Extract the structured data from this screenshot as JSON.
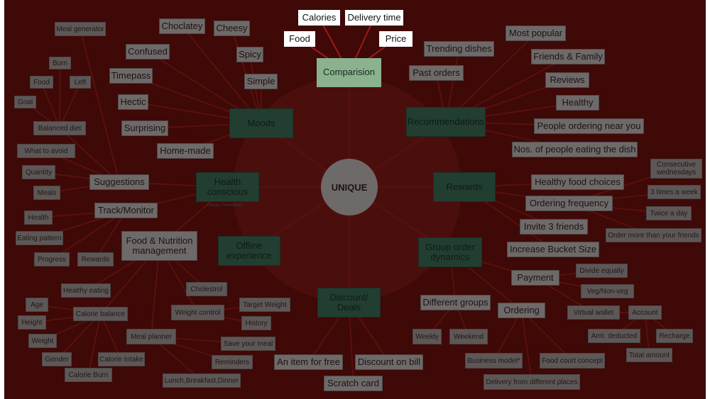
{
  "colors": {
    "board": "#3e0907",
    "line_dark": "#5a100d",
    "line_red": "#a01818",
    "node": "#6e6a69",
    "hub": "#223e31",
    "comparison": "#8ab28f"
  },
  "center": "UNIQUE",
  "comparison": {
    "label": "Comparision",
    "options": [
      "Calories",
      "Delivery time",
      "Food",
      "Price"
    ]
  },
  "moods": {
    "label": "Moods",
    "items": [
      "Choclatey",
      "Cheesy",
      "Confused",
      "Spicy",
      "Timepass",
      "Simple",
      "Hectic",
      "Surprising",
      "Home-made"
    ]
  },
  "recommendations": {
    "label": "Recommendations",
    "items": [
      "Most popular",
      "Trending dishes",
      "Friends & Family",
      "Past orders",
      "Reviews",
      "Healthy",
      "People ordering near you",
      "Nos. of people eating the dish"
    ]
  },
  "rewards": {
    "label": "Rewards",
    "items": [
      "Healthy food choices",
      "Ordering frequency",
      "Invite 3 friends",
      "Increase Bucket Size"
    ],
    "frequency_options": [
      "Consecutive wednesdays",
      "3 times a week",
      "Twice a day",
      "Order more than your friends"
    ]
  },
  "health": {
    "label": "Health conscious",
    "sublabel": "Dietary Guidelines",
    "suggestions": {
      "label": "Suggestions",
      "items": [
        "Meal generator",
        "Balanced diet",
        "What to avoid",
        "Quantity",
        "Meals"
      ],
      "balanced": [
        "Burn",
        "Food",
        "Left",
        "Goal"
      ]
    },
    "track": {
      "label": "Track/Monitor",
      "items": [
        "Health",
        "Eating pattern",
        "Progress",
        "Rewards"
      ]
    }
  },
  "nutrition": {
    "label": "Food & Nutrition management",
    "items": [
      "Healthy eating",
      "Calorie balance",
      "Cholestrol",
      "Weight control",
      "Meal planner"
    ],
    "calorie_balance": [
      "Age",
      "Height",
      "Weight",
      "Gender",
      "Calorie Intake",
      "Calorie Burn"
    ],
    "weight_control": [
      "Target Weight",
      "History"
    ],
    "meal_planner": [
      "Save your meal",
      "Reminders",
      "Lunch,Breakfast,Dinner"
    ]
  },
  "offline": {
    "label": "Offline experience"
  },
  "discount": {
    "label": "Discount/ Deals",
    "items": [
      "An item for free",
      "Discount on bill",
      "Scratch card"
    ]
  },
  "group": {
    "label": "Group order dynamics",
    "different_groups": "Different groups",
    "groups": [
      "Weekly",
      "Weekend"
    ],
    "payment": "Payment",
    "payment_items": [
      "Divide equally",
      "Veg/Non-veg",
      "Virtual wallet"
    ],
    "account": "Account",
    "account_items": [
      "Amt. deducted",
      "Recharge",
      "Total amount"
    ],
    "ordering": "Ordering",
    "ordering_items": [
      "Business model*",
      "Food court concept",
      "Delivery from different places"
    ]
  }
}
